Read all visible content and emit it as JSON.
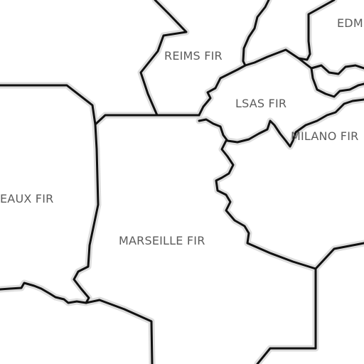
{
  "map": {
    "colors": {
      "background": "#ffffff",
      "border_line": "#111111",
      "border_halo": "#dedede",
      "label_text": "#5c5c5c"
    },
    "regions": {
      "reims": "REIMS FIR",
      "lsas": "LSAS FIR",
      "milano": "MILANO FIR",
      "edm": "EDM",
      "bordeaux": "EAUX FIR",
      "marseille": "MARSEILLE FIR"
    }
  }
}
